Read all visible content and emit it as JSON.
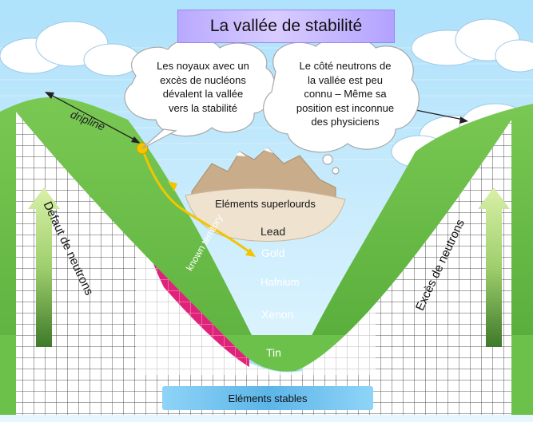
{
  "title": "La vallée de stabilité",
  "bubble_left": {
    "lines": [
      "Les noyaux avec un",
      "excès de nucléons",
      "dévalent la vallée",
      "vers la stabilité"
    ]
  },
  "bubble_right": {
    "lines": [
      "Le côté neutrons de",
      "la vallée est peu",
      "connu – Même sa",
      "position est inconnue",
      "des physiciens"
    ]
  },
  "dripline_label": "dripline",
  "superheavy_label": "Eléments superlourds",
  "known_territory_label": "known territory",
  "elements": [
    "Lead",
    "Gold",
    "Hafnium",
    "Xenon",
    "Tin"
  ],
  "left_side_label": "Défaut de neutrons",
  "right_side_label": "Excès de neutrons",
  "bottom_label": "Eléments stables",
  "colors": {
    "sky": "#bfe8ff",
    "hill": "#6cc14a",
    "valley_pink": "#e0237a",
    "valley_blue": "#3e9fdc",
    "valley_light_blue": "#a9e2fb",
    "arrow_yellow": "#f2c500",
    "title_bg": "#c9bbff"
  }
}
